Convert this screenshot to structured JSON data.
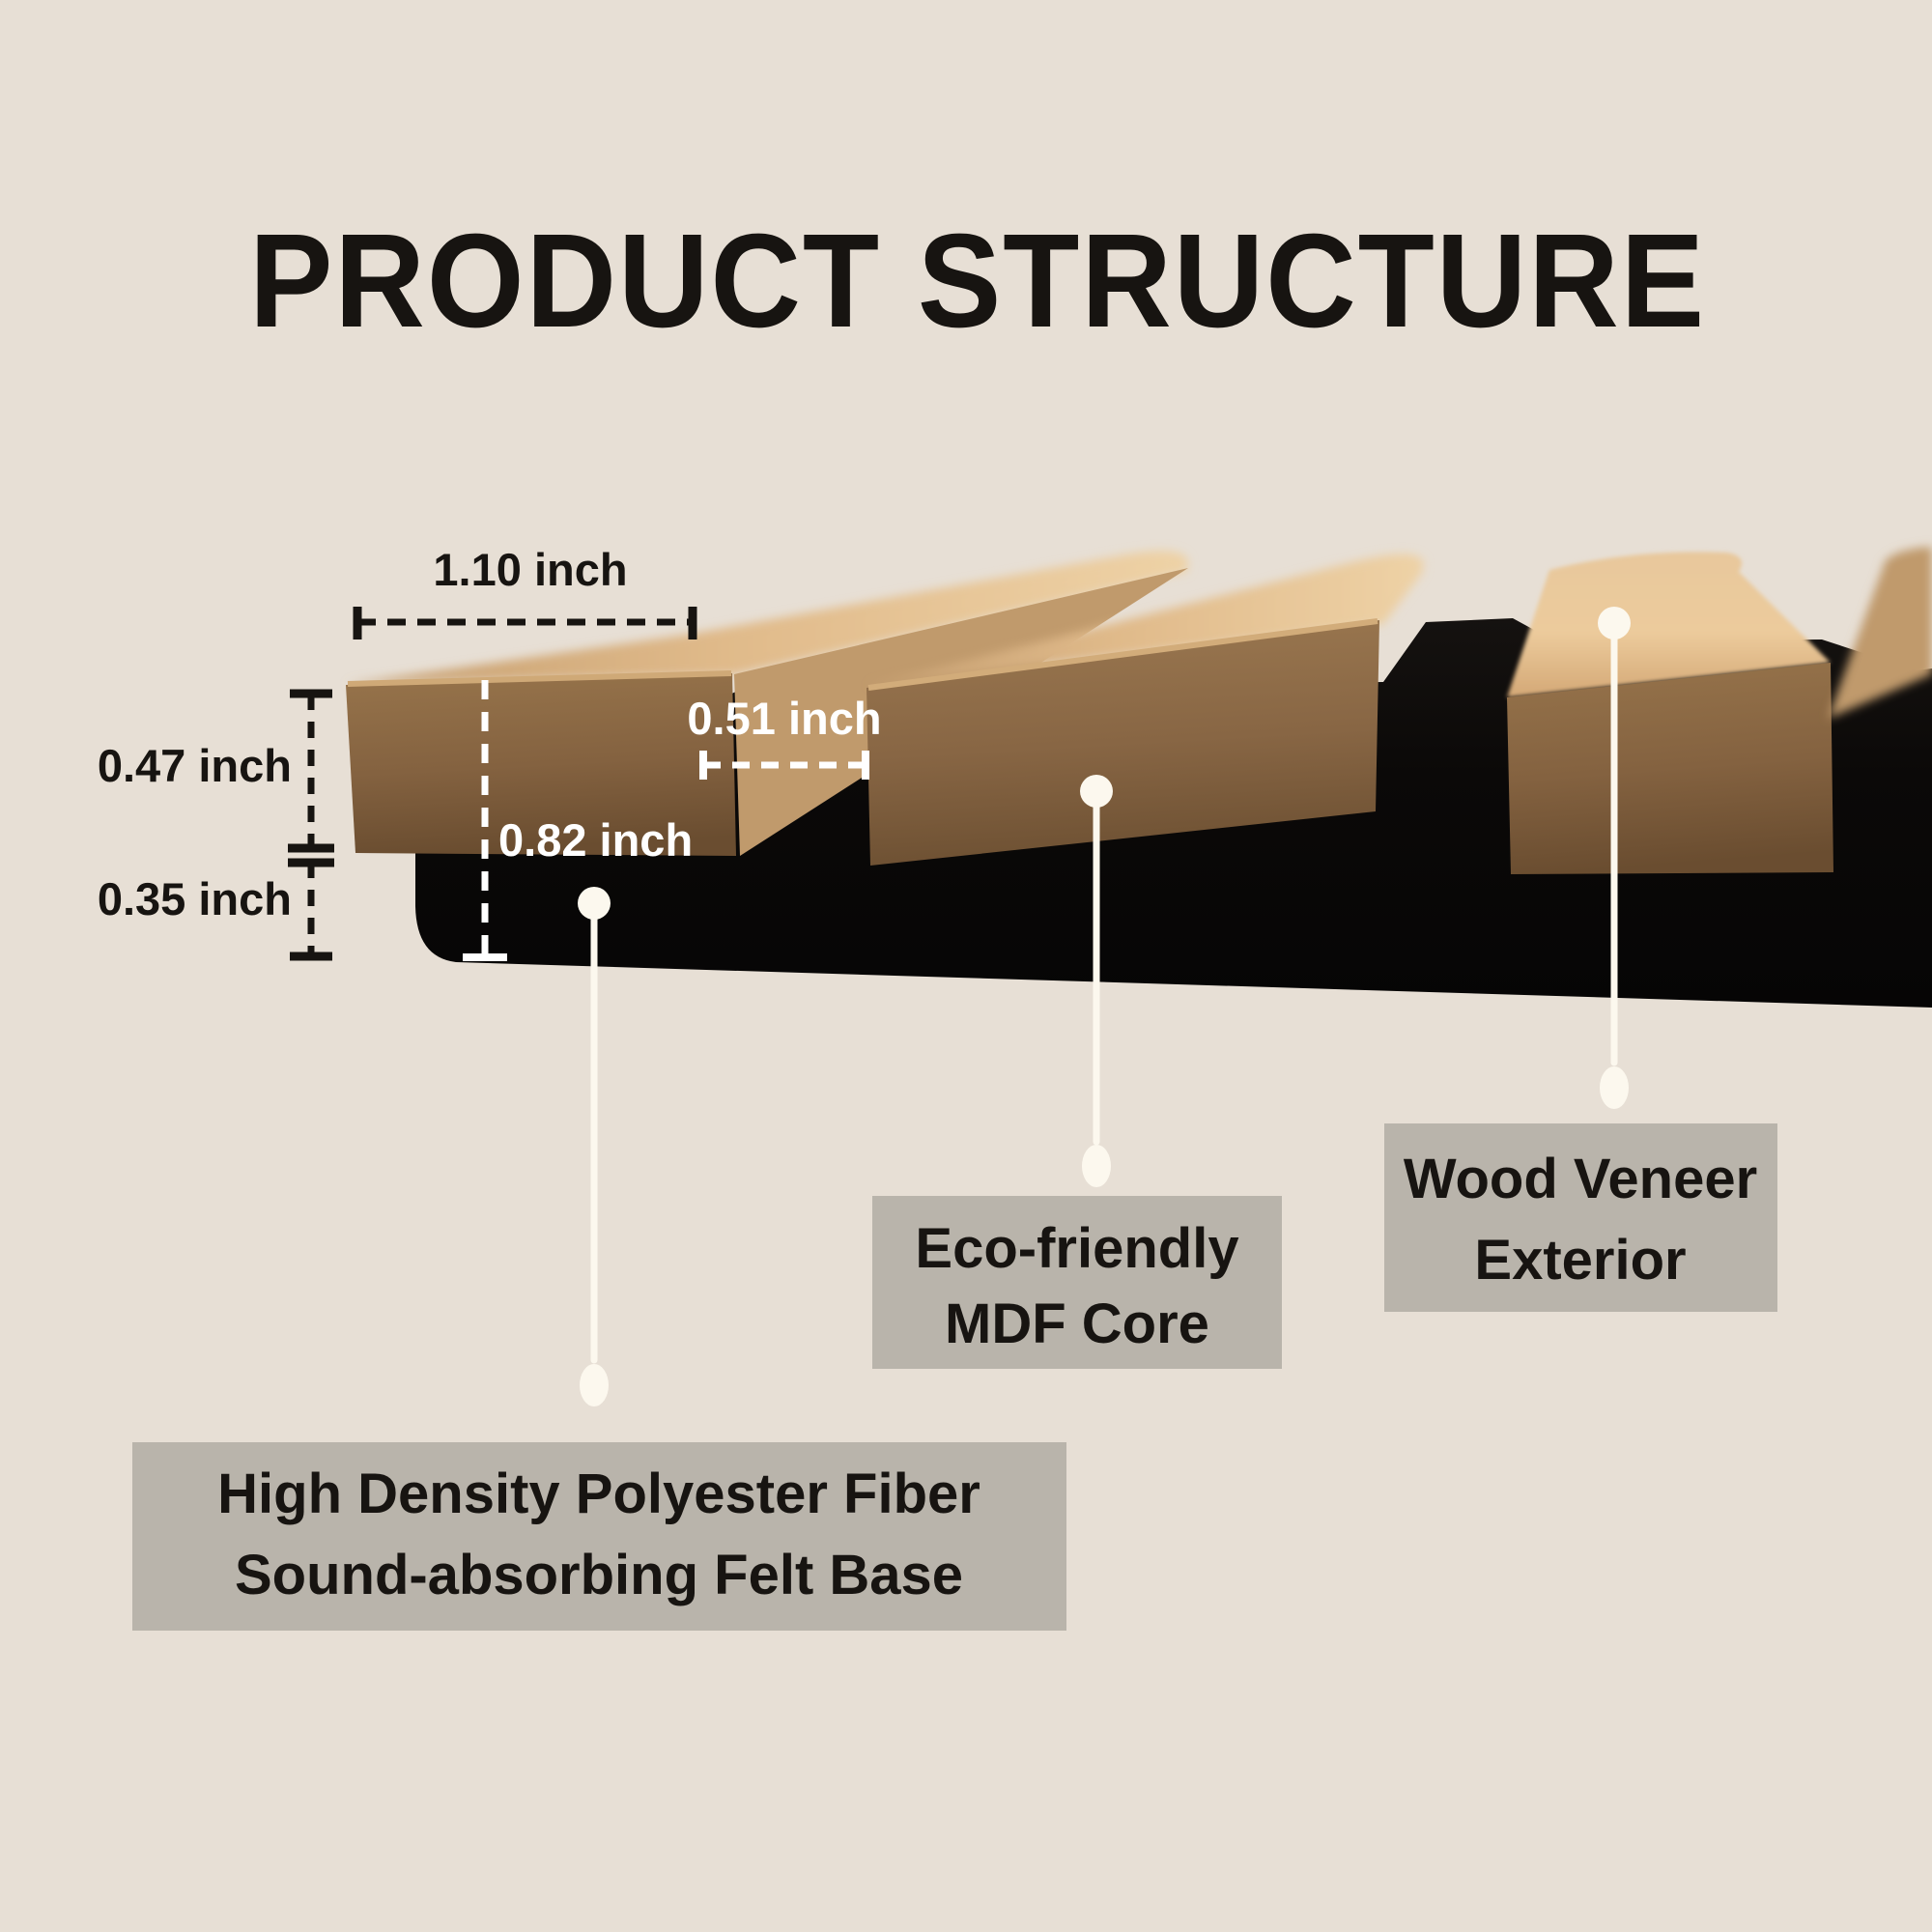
{
  "title": "PRODUCT STRUCTURE",
  "dimensions": {
    "slat_top_width": "1.10 inch",
    "slat_thickness": "0.47 inch",
    "felt_thickness": "0.35 inch",
    "total_thickness": "0.82 inch",
    "slat_gap": "0.51 inch"
  },
  "labels": {
    "wood_veneer": {
      "line1": "Wood Veneer",
      "line2": "Exterior"
    },
    "mdf": {
      "line1": "Eco-friendly",
      "line2": "MDF Core"
    },
    "felt": {
      "line1": "High Density Polyester Fiber",
      "line2": "Sound-absorbing Felt Base"
    }
  },
  "colors": {
    "background": "#e7dfd5",
    "label_box": "#b9b4ab",
    "text_dark": "#171411",
    "annotation_white": "#ffffff",
    "leader_white": "#fcf8ee",
    "felt": "#0b0908",
    "veneer_light": "#e3bd8d",
    "wood_side": "#c09a6c",
    "mdf_face": "#8a6845"
  }
}
